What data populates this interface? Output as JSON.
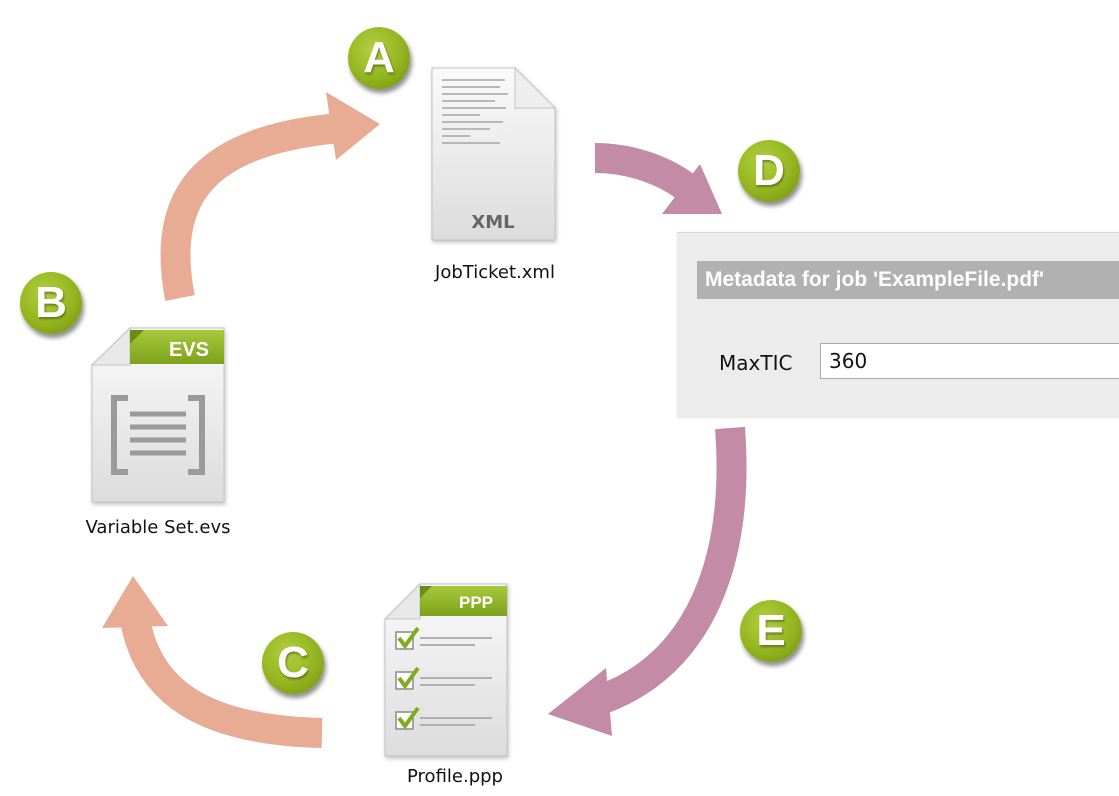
{
  "badges": {
    "a": "A",
    "b": "B",
    "c": "C",
    "d": "D",
    "e": "E"
  },
  "files": {
    "jobticket": {
      "name": "JobTicket.xml",
      "icon_text": "XML",
      "icon": "xml-file-icon"
    },
    "variable_set": {
      "name": "Variable Set.evs",
      "icon_text": "EVS",
      "icon": "evs-file-icon"
    },
    "profile": {
      "name": "Profile.ppp",
      "icon_text": "PPP",
      "icon": "ppp-file-icon"
    }
  },
  "metadata_panel": {
    "title": "Metadata for job 'ExampleFile.pdf'",
    "field_label": "MaxTIC",
    "field_value": "360"
  },
  "colors": {
    "badge_green": "#93b41e",
    "arrow_salmon": "#e8ab94",
    "arrow_mauve": "#c48ba6",
    "evs_ppp_tab_green": "#8db52b"
  }
}
